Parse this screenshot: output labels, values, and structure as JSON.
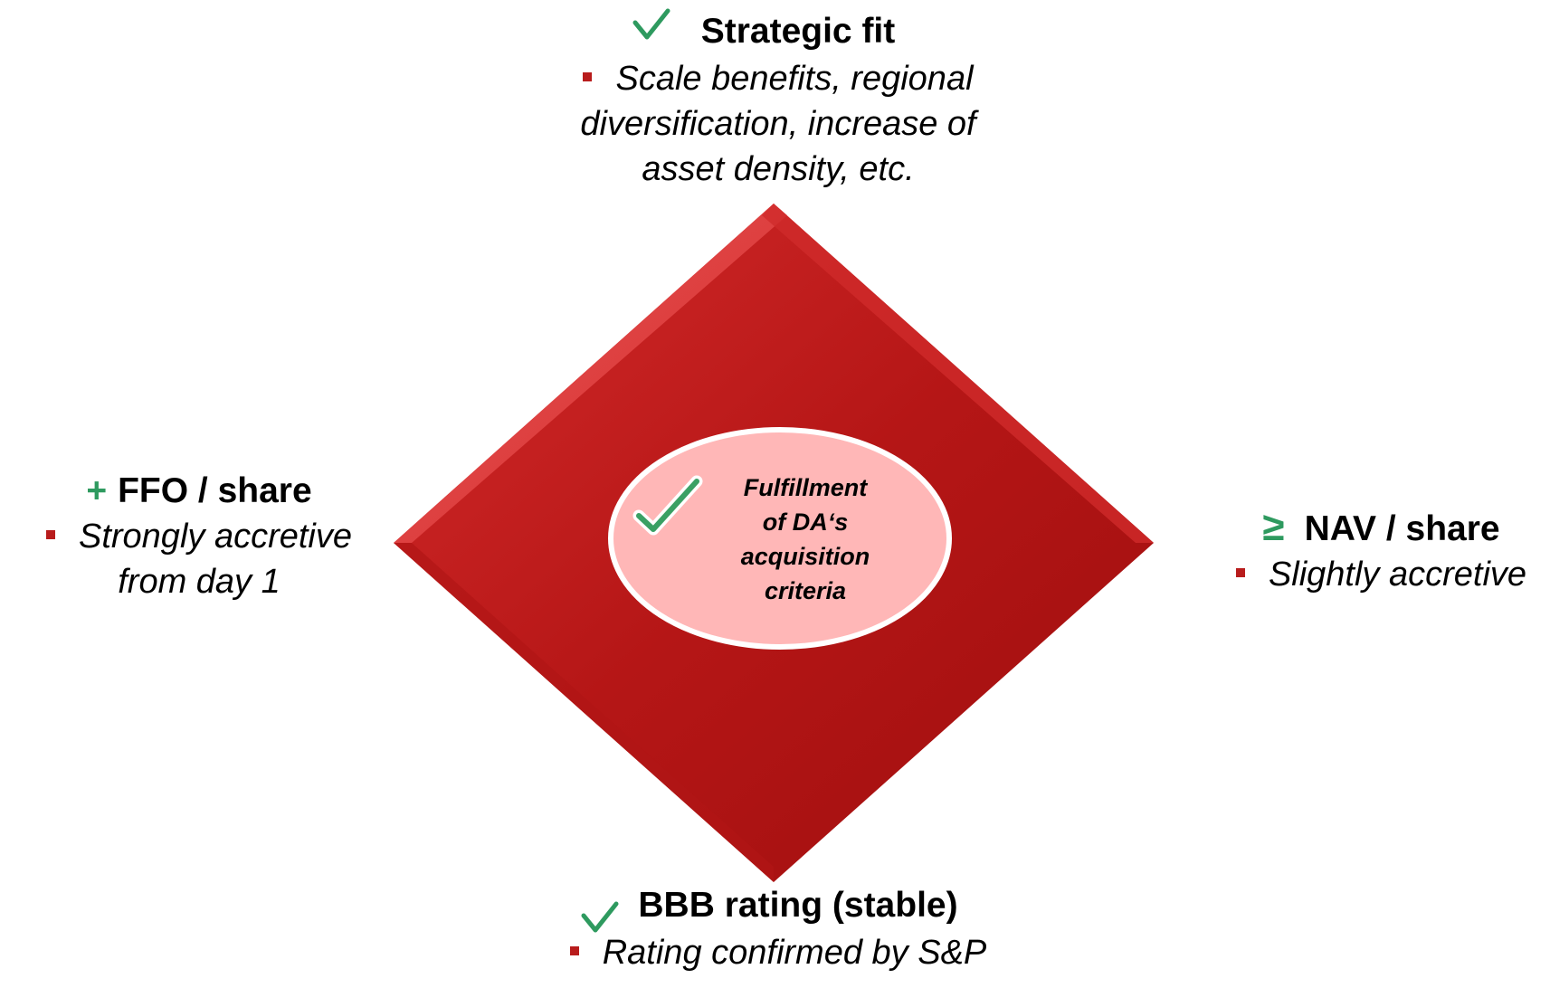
{
  "colors": {
    "diamond_dark": "#a01010",
    "diamond_mid": "#c41e1e",
    "diamond_light": "#e04848",
    "ellipse_fill": "#ffb7b7",
    "ellipse_stroke": "#ffffff",
    "check_green": "#2e9a5f",
    "bullet_red": "#b81c1c"
  },
  "center": {
    "icon": "check-icon",
    "lines": [
      "Fulfillment",
      "of DA‘s",
      "acquisition",
      "criteria"
    ]
  },
  "top": {
    "icon": "check-icon",
    "heading": "Strategic fit",
    "bullet_lines": [
      "Scale benefits, regional",
      "diversification, increase of",
      "asset density, etc."
    ]
  },
  "left": {
    "icon": "plus-icon",
    "heading_mark": "+",
    "heading": "FFO / share",
    "bullet_lines": [
      "Strongly accretive",
      "from day 1"
    ]
  },
  "right": {
    "icon": "greater-equal-icon",
    "heading_mark": "≥",
    "heading": "NAV / share",
    "bullet_lines": [
      "Slightly accretive"
    ]
  },
  "bottom": {
    "icon": "check-icon",
    "heading": "BBB rating (stable)",
    "bullet_lines": [
      "Rating confirmed by S&P"
    ]
  }
}
